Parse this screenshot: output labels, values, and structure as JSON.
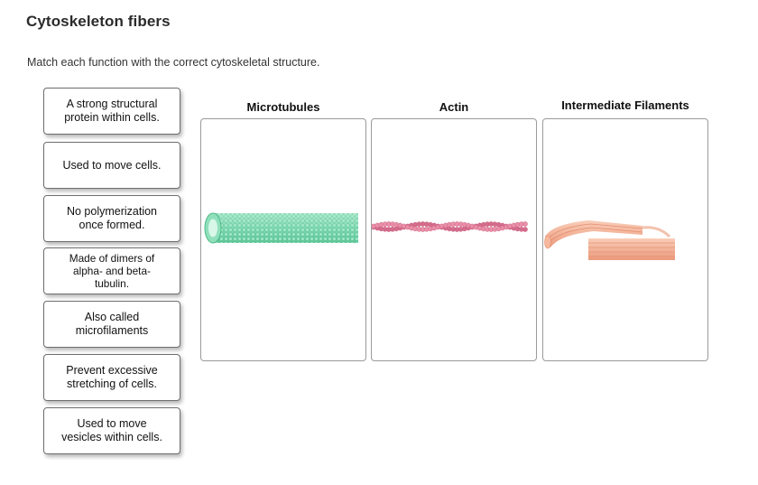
{
  "title": "Cytoskeleton fibers",
  "instructions": "Match each function with the correct cytoskeletal structure.",
  "cards": [
    {
      "label": "A strong structural protein within cells."
    },
    {
      "label": "Used to move cells."
    },
    {
      "label": "No polymerization once formed."
    },
    {
      "label": "Made of dimers of alpha- and beta-tubulin."
    },
    {
      "label": "Also called microfilaments"
    },
    {
      "label": "Prevent excessive stretching of cells."
    },
    {
      "label": "Used to move vesicles within cells."
    }
  ],
  "card_lines": [
    [
      "A strong structural",
      "protein within cells."
    ],
    [
      "Used to move cells."
    ],
    [
      "No polymerization",
      "once formed."
    ],
    [
      "Made of dimers of",
      "alpha- and beta-",
      "tubulin."
    ],
    [
      "Also called",
      "microfilaments"
    ],
    [
      "Prevent excessive",
      "stretching of cells."
    ],
    [
      "Used to move",
      "vesicles within cells."
    ]
  ],
  "targets": [
    {
      "label": "Microtubules",
      "image": "microtubule-illustration",
      "color": "#7fd9b0"
    },
    {
      "label": "Actin",
      "image": "actin-filament-illustration",
      "color": "#e98fa8"
    },
    {
      "label": "Intermediate Filaments",
      "image": "intermediate-filament-illustration",
      "color": "#f2a98a"
    }
  ]
}
